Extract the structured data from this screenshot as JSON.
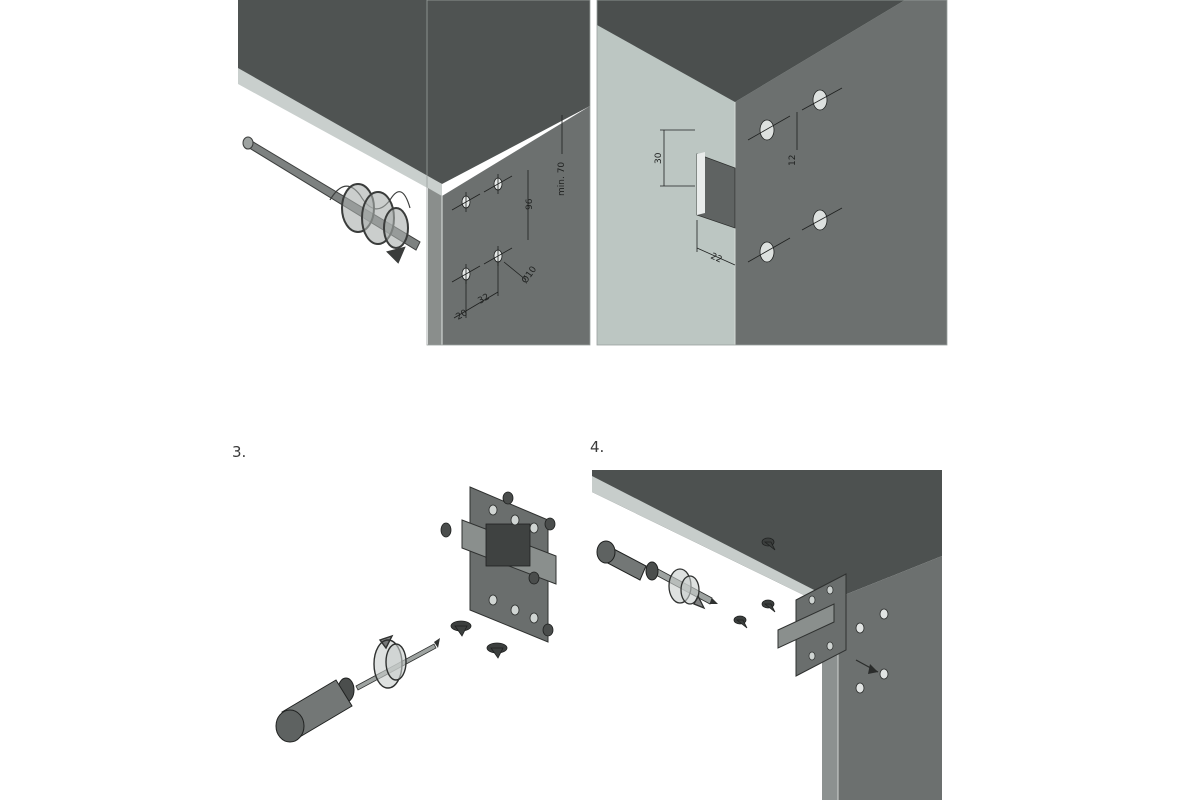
{
  "steps": [
    {
      "number": "3."
    },
    {
      "number": "4."
    }
  ],
  "panel1": {
    "dim_min70": "min. 70",
    "dim_96": "96",
    "dim_20": "20",
    "dim_32": "32",
    "dim_d10": "Ø10"
  },
  "panel2": {
    "dim_30": "30",
    "dim_22": "22",
    "dim_12": "12"
  },
  "colors": {
    "panel_dark": "#4e5150",
    "panel_mid": "#6c6f6e",
    "panel_light": "#b8c2be",
    "bracket": "#5a5d5c"
  }
}
